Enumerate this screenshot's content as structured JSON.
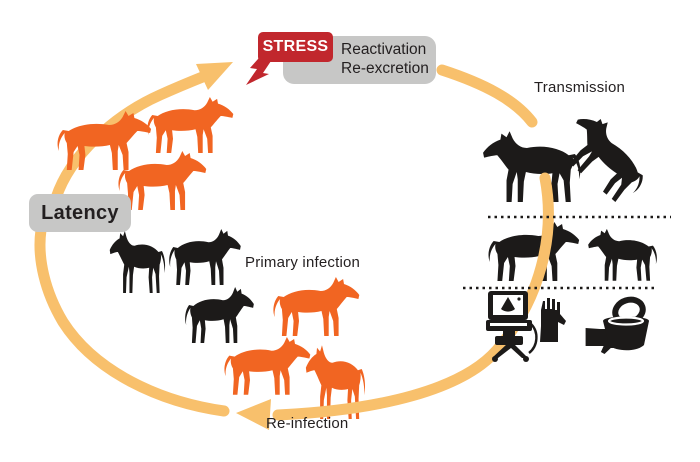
{
  "labels": {
    "latency": "Latency",
    "stress": "STRESS",
    "reactivation": "Reactivation",
    "re_excretion": "Re-excretion",
    "transmission": "Transmission",
    "primary_infection": "Primary infection",
    "re_infection": "Re-infection"
  },
  "colors": {
    "cycle_arrow": "#F8C06C",
    "latent_horse_orange": "#F16522",
    "infected_horse_black": "#1C1A19",
    "stress_box_red": "#C1272D",
    "label_box_gray": "#C7C7C6",
    "text_dark": "#231F20",
    "dotted_line": "#1C1A19"
  },
  "herds": {
    "latent_herd_count": 3,
    "primary_infection_herd_count": 3,
    "re_infection_herd_count": 3,
    "transmission_pair_count": 2,
    "contact_pair_count": 2
  },
  "icons": {
    "ultrasound": "ultrasound-machine-icon",
    "gloves": "examination-gloves-icon",
    "bucket": "bucket-icon"
  }
}
